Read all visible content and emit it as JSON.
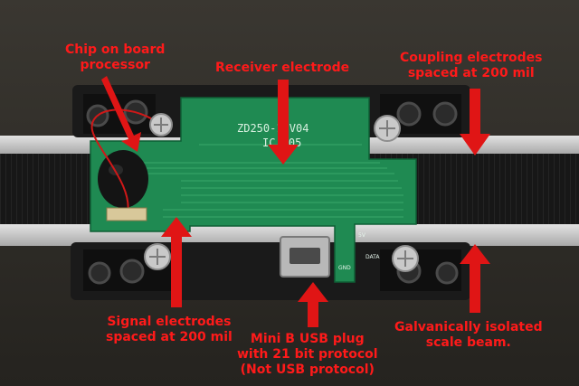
{
  "annotations": {
    "chip": {
      "lines": [
        "Chip on board",
        "processor"
      ]
    },
    "receiver": {
      "lines": [
        "Receiver electrode"
      ]
    },
    "coupling": {
      "lines": [
        "Coupling electrodes",
        "spaced at 200 mil"
      ]
    },
    "signal": {
      "lines": [
        "Signal electrodes",
        "spaced at 200 mil"
      ]
    },
    "usb": {
      "lines": [
        "Mini B USB plug",
        "with 21 bit protocol",
        "(Not USB protocol)"
      ]
    },
    "isolated": {
      "lines": [
        "Galvanically isolated",
        "scale beam."
      ]
    }
  },
  "pcb_text": {
    "line1": "ZD250-1  V04",
    "line2": "IC V05",
    "pin_5v": "5V",
    "pin_gnd": "GND",
    "pin_data": "DATA"
  },
  "colors": {
    "annotation": "#ff1a1a",
    "pcb": "#1f8a52",
    "housing": "#1a1a1a",
    "rail": "#c9c9c9"
  }
}
